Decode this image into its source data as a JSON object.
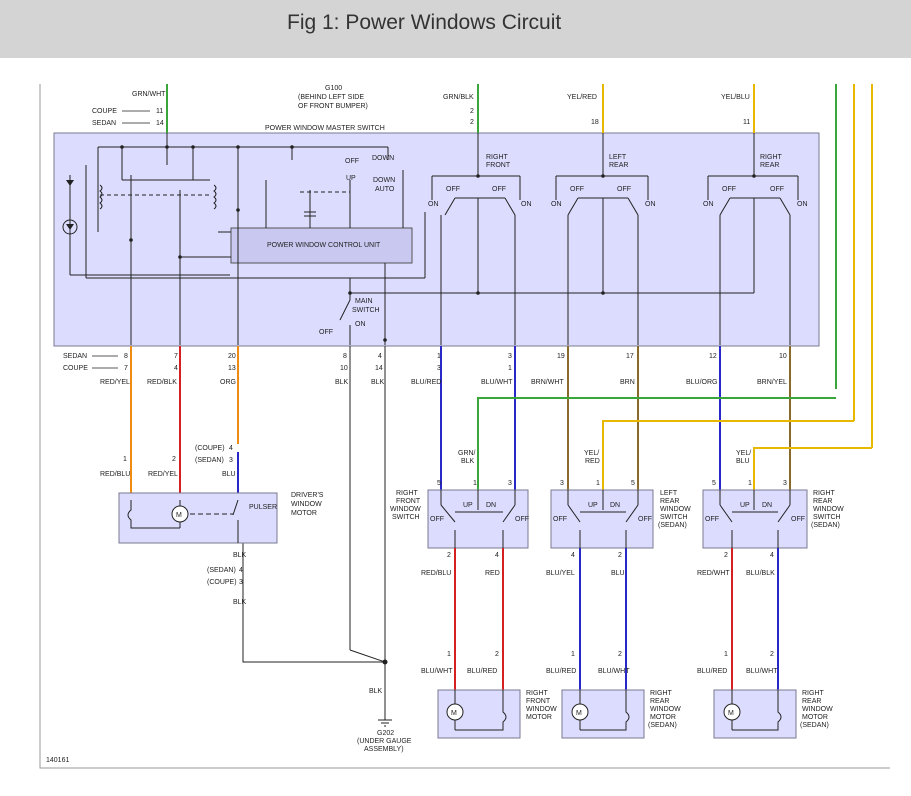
{
  "header": {
    "title": "Fig 1: Power Windows Circuit"
  },
  "colors": {
    "grn": "#3aa53a",
    "yel": "#e8b800",
    "red": "#d42020",
    "org": "#f08a10",
    "blu": "#2828c8",
    "brn": "#8a6a2a",
    "blk": "#222222",
    "box": "#dcdcff",
    "box_border": "#7a7a90"
  },
  "labels": {
    "master_switch": "POWER WINDOW MASTER SWITCH",
    "control_unit": "POWER WINDOW CONTROL UNIT",
    "g100": [
      "G100",
      "(BEHIND LEFT SIDE",
      "OF FRONT BUMPER)"
    ],
    "g202": [
      "G202",
      "(UNDER GAUGE",
      "ASSEMBLY)"
    ],
    "main_switch": [
      "MAIN",
      "SWITCH"
    ],
    "on": "ON",
    "off": "OFF",
    "up": "UP",
    "down": "DOWN",
    "dn": "DN",
    "down_auto": [
      "DOWN",
      "AUTO"
    ],
    "pulser": "PULSER",
    "motor_m": "M",
    "coupe": "COUPE",
    "sedan": "SEDAN",
    "coupe_p": "(COUPE)",
    "sedan_p": "(SEDAN)",
    "right_front": [
      "RIGHT",
      "FRONT"
    ],
    "left_rear": [
      "LEFT",
      "REAR"
    ],
    "right_rear": [
      "RIGHT",
      "REAR"
    ],
    "drivers_motor": [
      "DRIVER'S",
      "WINDOW",
      "MOTOR"
    ],
    "rf_switch": [
      "RIGHT",
      "FRONT",
      "WINDOW",
      "SWITCH"
    ],
    "lr_switch": [
      "LEFT",
      "REAR",
      "WINDOW",
      "SWITCH",
      "(SEDAN)"
    ],
    "rr_switch": [
      "RIGHT",
      "REAR",
      "WINDOW",
      "SWITCH",
      "(SEDAN)"
    ],
    "rf_motor": [
      "RIGHT",
      "FRONT",
      "WINDOW",
      "MOTOR"
    ],
    "lr_motor": [
      "RIGHT",
      "REAR",
      "WINDOW",
      "MOTOR",
      "(SEDAN)"
    ],
    "rr_motor": [
      "RIGHT",
      "REAR",
      "WINDOW",
      "MOTOR",
      "(SEDAN)"
    ],
    "figure_id": "140161"
  },
  "wires": {
    "grn_wht": "GRN/WHT",
    "grn_blk": "GRN/BLK",
    "yel_red": "YEL/RED",
    "yel_blu": "YEL/BLU",
    "red_yel": "RED/YEL",
    "red_blk": "RED/BLK",
    "org": "ORG",
    "blk": "BLK",
    "blu_red": "BLU/RED",
    "blu_wht": "BLU/WHT",
    "brn_wht": "BRN/WHT",
    "brn": "BRN",
    "blu_org": "BLU/ORG",
    "brn_yel": "BRN/YEL",
    "red_blu": "RED/BLU",
    "blu": "BLU",
    "red": "RED",
    "blu_yel": "BLU/YEL",
    "blu_blk": "BLU/BLK",
    "red_wht": "RED/WHT",
    "grn_blk_split": [
      "GRN/",
      "BLK"
    ],
    "yel_red_split": [
      "YEL/",
      "RED"
    ],
    "yel_blu_split": [
      "YEL/",
      "BLU"
    ]
  },
  "pins": {
    "top_coupe": "11",
    "top_sedan": "14",
    "grn_blk_a": "2",
    "grn_blk_b": "2",
    "yel_red_pin": "18",
    "yel_blu_pin": "11",
    "bot_sedan": [
      "8",
      "7",
      "20",
      "8",
      "4",
      "1",
      "3",
      "19",
      "17",
      "12",
      "10"
    ],
    "bot_coupe": [
      "7",
      "4",
      "13",
      "10",
      "14",
      "3",
      "1"
    ],
    "p1": "1",
    "p2": "2",
    "p3": "3",
    "p4": "4",
    "p5": "5"
  }
}
